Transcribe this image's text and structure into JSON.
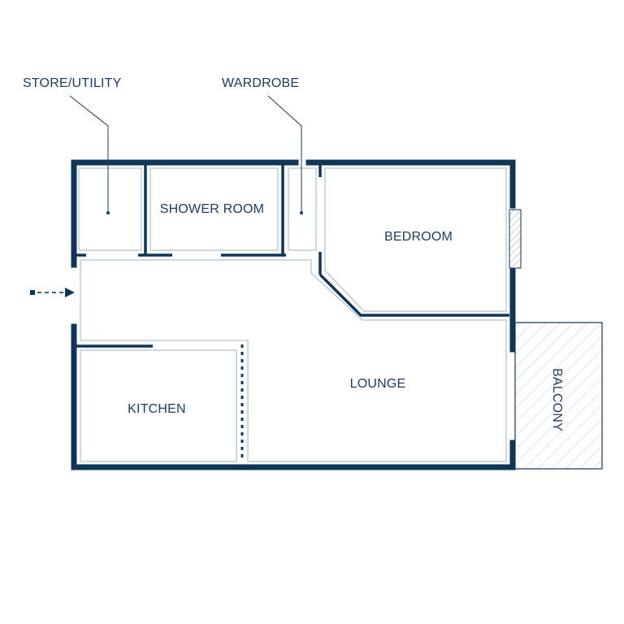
{
  "labels": {
    "store_utility": "STORE/UTILITY",
    "wardrobe": "WARDROBE",
    "shower_room": "SHOWER ROOM",
    "bedroom": "BEDROOM",
    "lounge": "LOUNGE",
    "kitchen": "KITCHEN",
    "balcony": "BALCONY"
  },
  "colors": {
    "wall": "#0f3558",
    "inner_line": "#9fb3c6",
    "text": "#1d3a5a",
    "hatch": "#b9c6d2"
  }
}
